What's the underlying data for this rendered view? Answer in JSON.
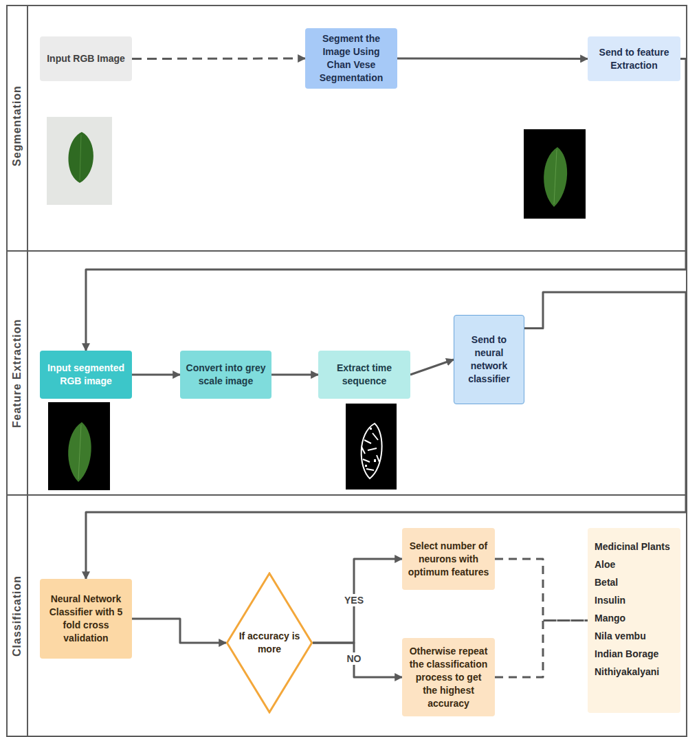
{
  "diagram": {
    "nodes": [
      {
        "text": [
          "Segmentation"
        ]
      },
      {
        "text": [
          "Input RGB Image"
        ],
        "in": 0
      },
      {
        "text": [
          "Segment the Image Using Chan Vese Segmentation"
        ],
        "in": 0
      },
      {
        "text": [
          "Send to feature Extraction"
        ],
        "in": 0
      },
      {
        "text": [
          "Feature Extraction"
        ]
      },
      {
        "text": [
          "Input segmented RGB image"
        ],
        "in": 4
      },
      {
        "text": [
          "Convert into grey scale image"
        ],
        "in": 4
      },
      {
        "text": [
          "Extract time sequence"
        ],
        "in": 4
      },
      {
        "text": [
          "Send to neural network classifier"
        ],
        "in": 4
      },
      {
        "text": [
          "Classification"
        ]
      },
      {
        "text": [
          "Neural Network Classifier with 5 fold cross validation"
        ],
        "in": 9
      },
      {
        "text": [
          "If accuracy is more"
        ],
        "in": 9
      },
      {
        "text": [
          "Select number of neurons with optimum features"
        ],
        "in": 9
      },
      {
        "text": [
          "Otherwise repeat the classification process to get the highest accuracy"
        ],
        "in": 9
      },
      {
        "text": [
          "Medicinal Plants",
          "Aloe",
          "Betal",
          "Insulin",
          "Mango",
          "Nila vembu",
          "Indian Borage",
          "Nithiyakalyani"
        ],
        "in": 9
      }
    ],
    "edges": [
      {
        "from": 1,
        "to": 2,
        "arrow": "to"
      },
      {
        "from": 2,
        "to": 3,
        "arrow": "to"
      },
      {
        "from": 3,
        "to": 5,
        "arrow": "to"
      },
      {
        "from": 5,
        "to": 6,
        "arrow": "to"
      },
      {
        "from": 6,
        "to": 7,
        "arrow": "to"
      },
      {
        "from": 7,
        "to": 8,
        "arrow": "to"
      },
      {
        "from": 8,
        "to": 10,
        "arrow": "to"
      },
      {
        "from": 10,
        "to": 11,
        "arrow": "to"
      },
      {
        "from": 11,
        "to": 12,
        "label": "YES",
        "arrow": "to"
      },
      {
        "from": 11,
        "to": 13,
        "label": "NO",
        "arrow": "to"
      },
      {
        "from": 12,
        "to": 14,
        "arrow": "none"
      },
      {
        "from": 13,
        "to": 14,
        "arrow": "none"
      }
    ]
  }
}
